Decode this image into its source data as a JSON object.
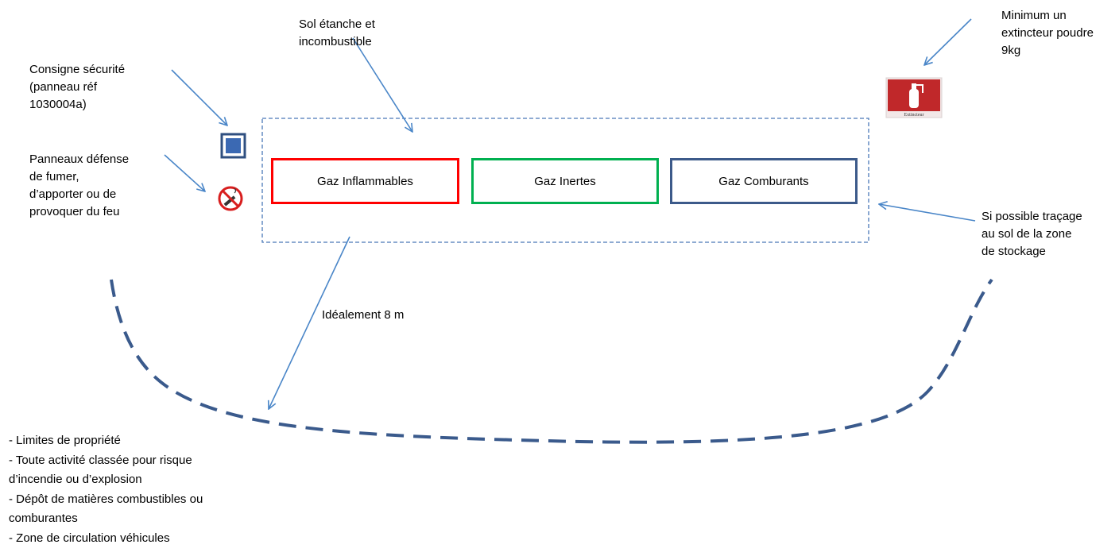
{
  "colors": {
    "arrow": "#4a86c8",
    "dashed_boundary": "#3a5a8c",
    "zone_border": "#4a78b8",
    "inflammables": "#ff0000",
    "inertes": "#00b050",
    "comburants": "#3c5a8a",
    "sign_blue": "#3b69b3",
    "extinguisher_red": "#c0282a"
  },
  "labels": {
    "sol": "Sol étanche et\nincombustible",
    "extincteur": "Minimum un\nextincteur poudre\n9kg",
    "consigne": "Consigne sécurité\n(panneau réf\n1030004a)",
    "panneaux": "Panneaux défense\nde fumer,\nd’apporter ou de\nprovoquer du feu",
    "tracage": "Si possible traçage\nau sol de la zone\nde stockage",
    "distance": "Idéalement 8 m",
    "extincteur_sign_text": "Extincteur"
  },
  "zones": [
    {
      "label": "Gaz Inflammables",
      "color_key": "inflammables"
    },
    {
      "label": "Gaz Inertes",
      "color_key": "inertes"
    },
    {
      "label": "Gaz Comburants",
      "color_key": "comburants"
    }
  ],
  "list": [
    "- Limites de propriété",
    "- Toute activité classée pour risque",
    "d’incendie ou d’explosion",
    "- Dépôt de matières combustibles ou",
    "comburantes",
    "- Zone de circulation véhicules"
  ],
  "icons": [
    "safety-instruction-sign-icon",
    "no-smoking-icon",
    "fire-extinguisher-sign-icon"
  ]
}
